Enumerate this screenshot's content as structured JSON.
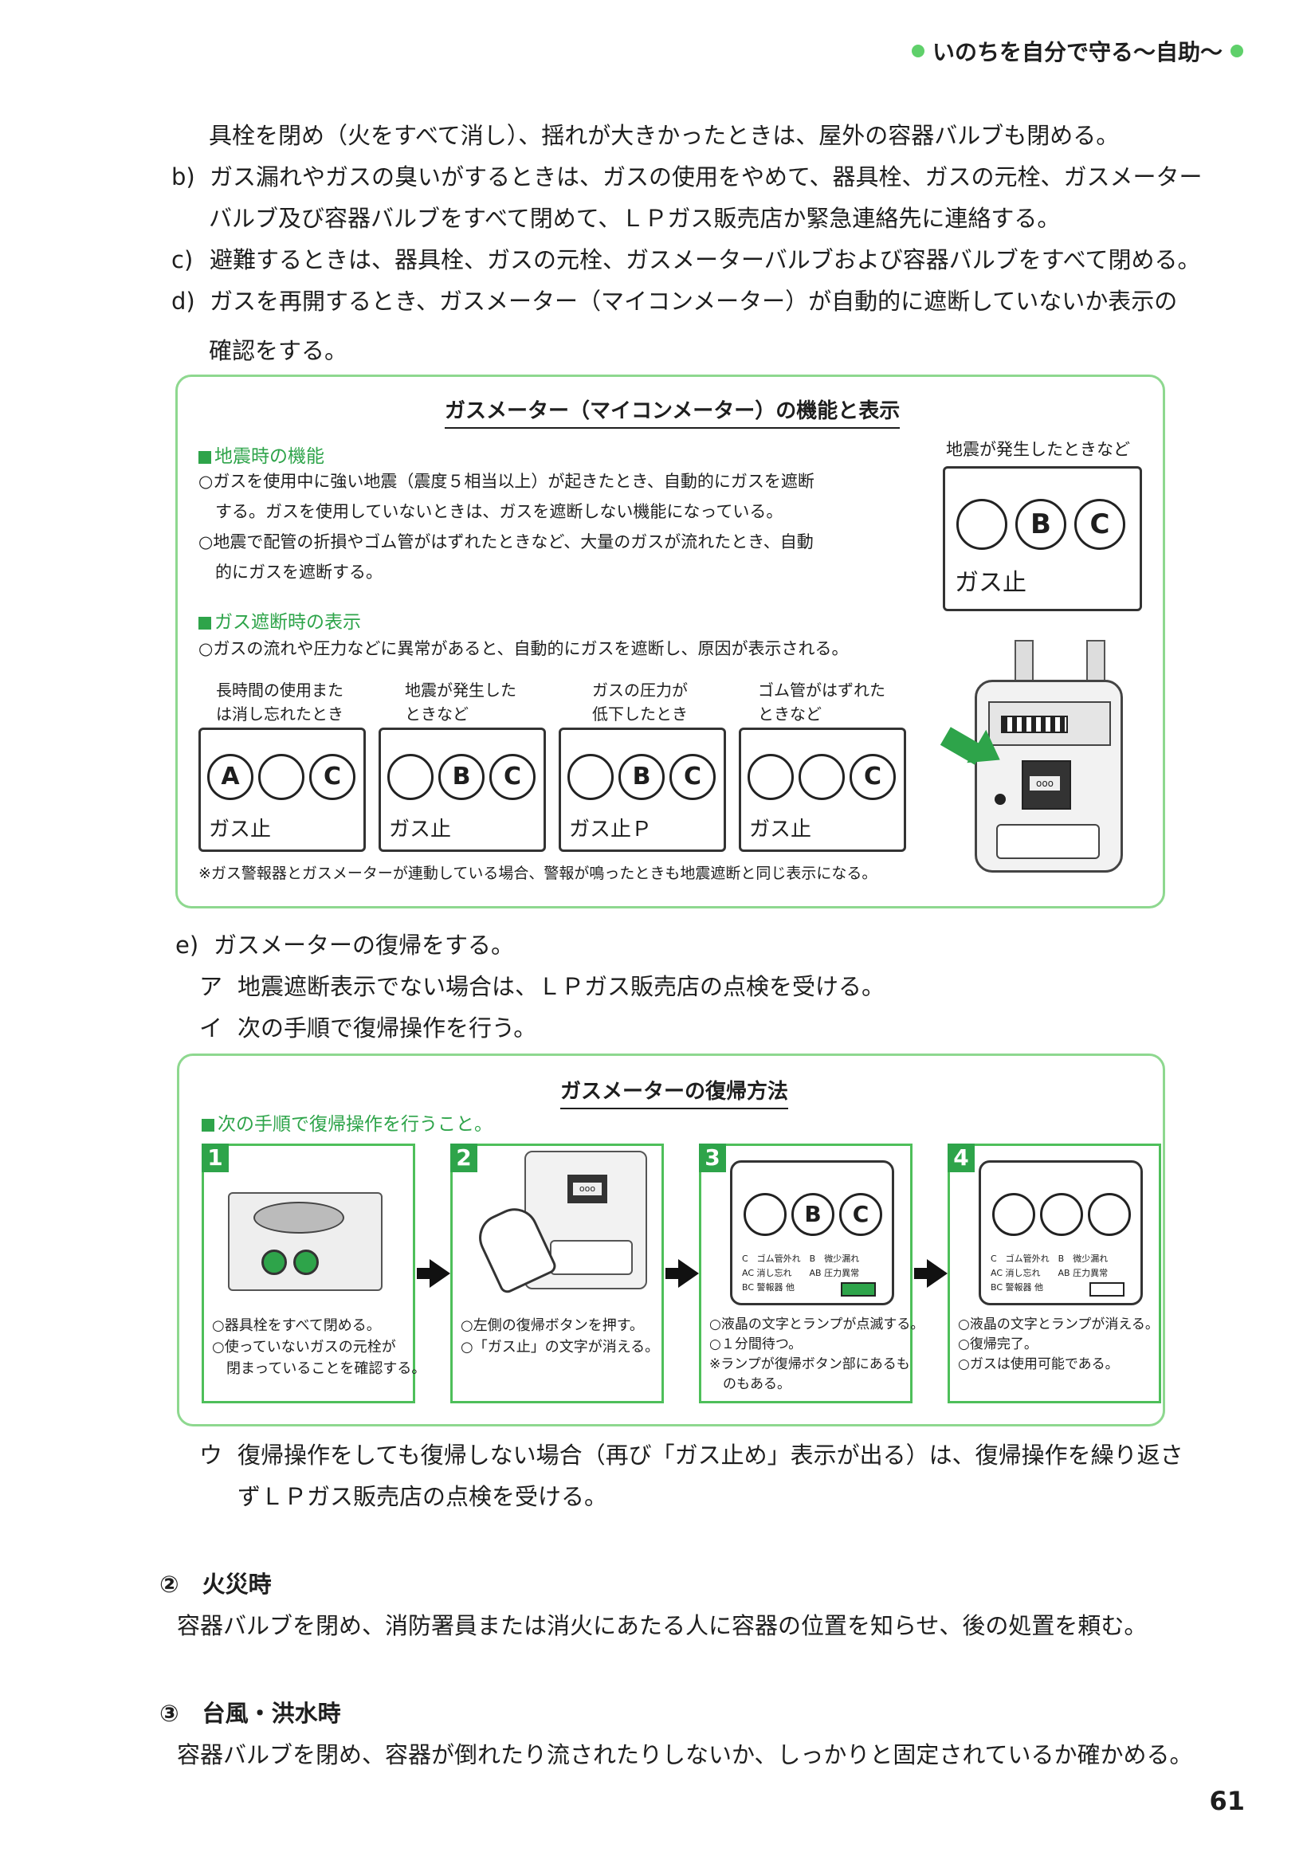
{
  "header": {
    "title": "いのちを自分で守る〜自助〜"
  },
  "intro_lines": [
    {
      "label": "",
      "text": "具栓を閉め（火をすべて消し）、揺れが大きかったときは、屋外の容器バルブも閉める。"
    },
    {
      "label": "b)",
      "text": "ガス漏れやガスの臭いがするときは、ガスの使用をやめて、器具栓、ガスの元栓、ガスメーター"
    },
    {
      "label": "",
      "text": "バルブ及び容器バルブをすべて閉めて、ＬＰガス販売店か緊急連絡先に連絡する。"
    },
    {
      "label": "c)",
      "text": "避難するときは、器具栓、ガスの元栓、ガスメーターバルブおよび容器バルブをすべて閉める。"
    },
    {
      "label": "d)",
      "text": "ガスを再開するとき、ガスメーター（マイコンメーター）が自動的に遮断していないか表示の"
    },
    {
      "label": "",
      "text": "確認をする。"
    }
  ],
  "box1": {
    "title": "ガスメーター（マイコンメーター）の機能と表示",
    "sec1_head": "地震時の機能",
    "sec1_lines": [
      "○ガスを使用中に強い地震（震度５相当以上）が起きたとき、自動的にガスを遮断",
      "　する。ガスを使用していないときは、ガスを遮断しない機能になっている。",
      "○地震で配管の折損やゴム管がはずれたときなど、大量のガスが流れたとき、自動",
      "　的にガスを遮断する。"
    ],
    "quake_caption": "地震が発生したときなど",
    "quake_display": {
      "letters": [
        "",
        "B",
        "C"
      ],
      "label": "ガス止"
    },
    "sec2_head": "ガス遮断時の表示",
    "sec2_line": "○ガスの流れや圧力などに異常があると、自動的にガスを遮断し、原因が表示される。",
    "displays": [
      {
        "caption1": "長時間の使用また",
        "caption2": "は消し忘れたとき",
        "letters": [
          "A",
          "",
          "C"
        ],
        "label": "ガス止"
      },
      {
        "caption1": "地震が発生した",
        "caption2": "ときなど",
        "letters": [
          "",
          "B",
          "C"
        ],
        "label": "ガス止"
      },
      {
        "caption1": "ガスの圧力が",
        "caption2": "低下したとき",
        "letters": [
          "",
          "B",
          "C"
        ],
        "label": "ガス止Ｐ"
      },
      {
        "caption1": "ゴム管がはずれた",
        "caption2": "ときなど",
        "letters": [
          "",
          "",
          "C"
        ],
        "label": "ガス止"
      }
    ],
    "meter_display": "ooo",
    "note": "※ガス警報器とガスメーターが連動している場合、警報が鳴ったときも地震遮断と同じ表示になる。"
  },
  "mid_lines": [
    {
      "label": "e)",
      "text": "ガスメーターの復帰をする。"
    },
    {
      "label": "ア",
      "text": "地震遮断表示でない場合は、ＬＰガス販売店の点検を受ける。"
    },
    {
      "label": "イ",
      "text": "次の手順で復帰操作を行う。"
    }
  ],
  "box2": {
    "title": "ガスメーターの復帰方法",
    "subhead": "次の手順で復帰操作を行うこと。",
    "steps": [
      {
        "num": "1",
        "lines": [
          "○器具栓をすべて閉める。",
          "○使っていないガスの元栓が",
          "　閉まっていることを確認する。"
        ]
      },
      {
        "num": "2",
        "lines": [
          "○左側の復帰ボタンを押す。",
          "○「ガス止」の文字が消える。"
        ],
        "panel": "ooo"
      },
      {
        "num": "3",
        "lines": [
          "○液晶の文字とランプが点滅する。",
          "○１分間待つ。",
          "※ランプが復帰ボタン部にあるも",
          "　のもある。"
        ],
        "letters": [
          "",
          "B",
          "C"
        ],
        "legend": [
          "C　ゴム管外れ　B　微少漏れ",
          "AC 消し忘れ　　AB 圧力異常",
          "BC 警報器 他"
        ]
      },
      {
        "num": "4",
        "lines": [
          "○液晶の文字とランプが消える。",
          "○復帰完了。",
          "○ガスは使用可能である。"
        ],
        "letters": [
          "",
          "",
          ""
        ],
        "legend": [
          "C　ゴム管外れ　B　微少漏れ",
          "AC 消し忘れ　　AB 圧力異常",
          "BC 警報器 他"
        ]
      }
    ]
  },
  "after_lines": [
    {
      "label": "ウ",
      "text": "復帰操作をしても復帰しない場合（再び「ガス止め」表示が出る）は、復帰操作を繰り返さ"
    },
    {
      "label": "",
      "text": "ずＬＰガス販売店の点検を受ける。"
    }
  ],
  "section2": {
    "num": "②",
    "title": "火災時",
    "text": "容器バルブを閉め、消防署員または消火にあたる人に容器の位置を知らせ、後の処置を頼む。"
  },
  "section3": {
    "num": "③",
    "title": "台風・洪水時",
    "text": "容器バルブを閉め、容器が倒れたり流されたりしないか、しっかりと固定されているか確かめる。"
  },
  "page_number": "61",
  "colors": {
    "accent_green": "#2ea44a",
    "border_green": "#8ed88f"
  }
}
